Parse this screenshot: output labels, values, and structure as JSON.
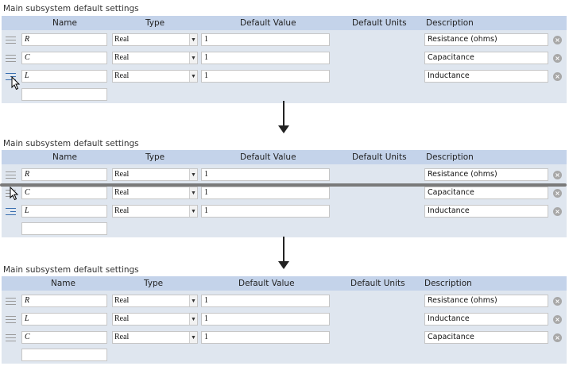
{
  "panels": [
    {
      "title": "Main subsystem default settings",
      "columns": [
        "Name",
        "Type",
        "Default Value",
        "Default Units",
        "Description"
      ],
      "rows": [
        {
          "name": "R",
          "type": "Real",
          "default_value": "1",
          "description": "Resistance (ohms)"
        },
        {
          "name": "C",
          "type": "Real",
          "default_value": "1",
          "description": "Capacitance"
        },
        {
          "name": "L",
          "type": "Real",
          "default_value": "1",
          "description": "Inductance"
        }
      ]
    },
    {
      "title": "Main subsystem default settings",
      "columns": [
        "Name",
        "Type",
        "Default Value",
        "Default Units",
        "Description"
      ],
      "rows": [
        {
          "name": "R",
          "type": "Real",
          "default_value": "1",
          "description": "Resistance (ohms)"
        },
        {
          "name": "C",
          "type": "Real",
          "default_value": "1",
          "description": "Capacitance"
        },
        {
          "name": "L",
          "type": "Real",
          "default_value": "1",
          "description": "Inductance"
        }
      ]
    },
    {
      "title": "Main subsystem default settings",
      "columns": [
        "Name",
        "Type",
        "Default Value",
        "Default Units",
        "Description"
      ],
      "rows": [
        {
          "name": "R",
          "type": "Real",
          "default_value": "1",
          "description": "Resistance (ohms)"
        },
        {
          "name": "L",
          "type": "Real",
          "default_value": "1",
          "description": "Inductance"
        },
        {
          "name": "C",
          "type": "Real",
          "default_value": "1",
          "description": "Capacitance"
        }
      ]
    }
  ],
  "icons": {
    "drag_handle": "drag-handle-icon",
    "remove": "remove-circle-icon",
    "dropdown": "chevron-down-icon",
    "cursor": "mouse-pointer-icon",
    "step_arrow": "arrow-down-icon"
  },
  "colors": {
    "header": "#c4d3ea",
    "panel": "#dfe6ef",
    "drop_indicator": "#7a7a7a",
    "active_handle": "#3a6fb0"
  }
}
